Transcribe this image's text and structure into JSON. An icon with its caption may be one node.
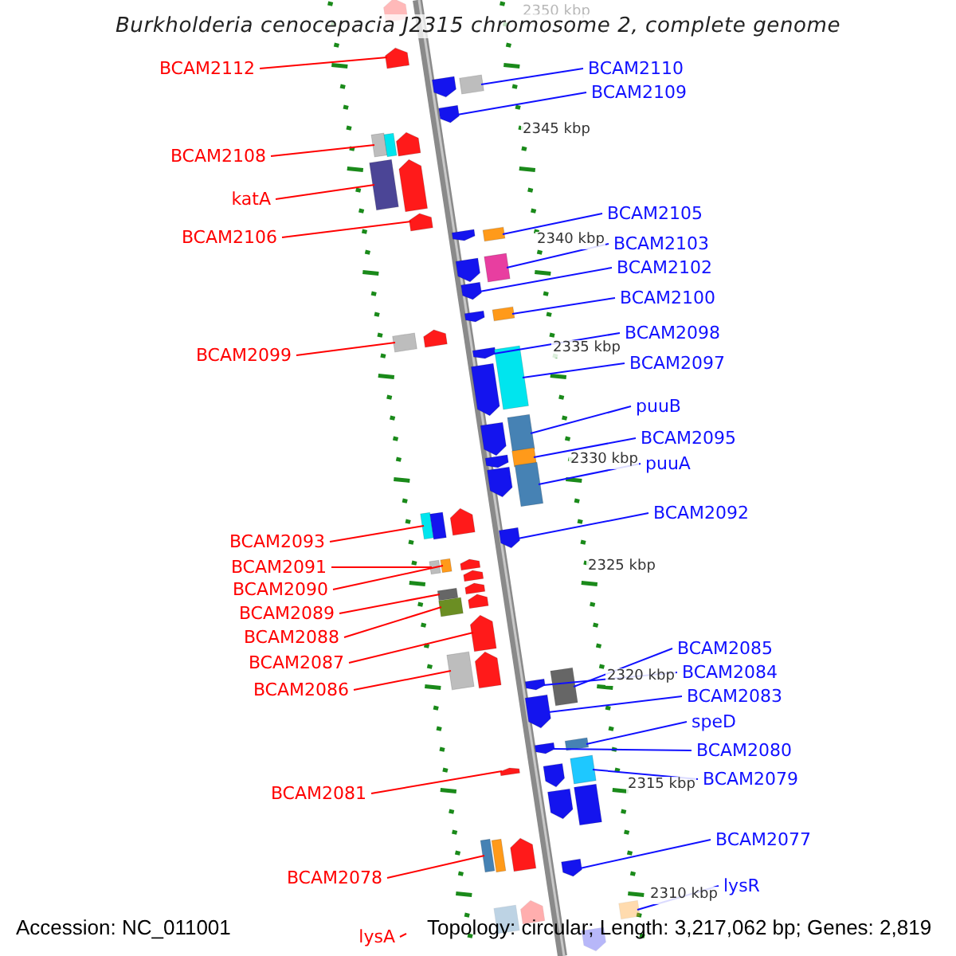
{
  "diagram": {
    "title": "Burkholderia cenocepacia J2315 chromosome 2, complete genome",
    "nodes": [
      {
        "text": [
          "BCAM2112"
        ]
      },
      {
        "text": [
          "BCAM2108"
        ]
      },
      {
        "text": [
          "katA"
        ]
      },
      {
        "text": [
          "BCAM2106"
        ]
      },
      {
        "text": [
          "BCAM2099"
        ]
      },
      {
        "text": [
          "BCAM2093"
        ]
      },
      {
        "text": [
          "BCAM2091"
        ]
      },
      {
        "text": [
          "BCAM2090"
        ]
      },
      {
        "text": [
          "BCAM2089"
        ]
      },
      {
        "text": [
          "BCAM2088"
        ]
      },
      {
        "text": [
          "BCAM2087"
        ]
      },
      {
        "text": [
          "BCAM2086"
        ]
      },
      {
        "text": [
          "BCAM2081"
        ]
      },
      {
        "text": [
          "BCAM2078"
        ]
      },
      {
        "text": [
          "lysA"
        ]
      },
      {
        "text": [
          "BCAM2110"
        ]
      },
      {
        "text": [
          "BCAM2109"
        ]
      },
      {
        "text": [
          "BCAM2105"
        ]
      },
      {
        "text": [
          "BCAM2103"
        ]
      },
      {
        "text": [
          "BCAM2102"
        ]
      },
      {
        "text": [
          "BCAM2100"
        ]
      },
      {
        "text": [
          "BCAM2098"
        ]
      },
      {
        "text": [
          "BCAM2097"
        ]
      },
      {
        "text": [
          "puuB"
        ]
      },
      {
        "text": [
          "BCAM2095"
        ]
      },
      {
        "text": [
          "puuA"
        ]
      },
      {
        "text": [
          "BCAM2092"
        ]
      },
      {
        "text": [
          "BCAM2085"
        ]
      },
      {
        "text": [
          "BCAM2084"
        ]
      },
      {
        "text": [
          "BCAM2083"
        ]
      },
      {
        "text": [
          "speD"
        ]
      },
      {
        "text": [
          "BCAM2080"
        ]
      },
      {
        "text": [
          "BCAM2079"
        ]
      },
      {
        "text": [
          "BCAM2077"
        ]
      },
      {
        "text": [
          "lysR"
        ]
      },
      {
        "text": [],
        "shape": "pentagon"
      },
      {
        "text": [],
        "shape": "pentagon"
      },
      {
        "text": [],
        "shape": "pentagon"
      },
      {
        "text": [],
        "shape": "box"
      },
      {
        "text": [],
        "shape": "pentagon"
      },
      {
        "text": [],
        "shape": "box"
      },
      {
        "text": [],
        "shape": "box"
      },
      {
        "text": [],
        "shape": "pentagon"
      },
      {
        "text": [],
        "shape": "box"
      },
      {
        "text": [],
        "shape": "pentagon"
      },
      {
        "text": [],
        "shape": "pentagon"
      },
      {
        "text": [],
        "shape": "pentagon"
      },
      {
        "text": [],
        "shape": "box"
      },
      {
        "text": [],
        "shape": "pentagon"
      },
      {
        "text": [],
        "shape": "box"
      },
      {
        "text": [],
        "shape": "pentagon"
      },
      {
        "text": [],
        "shape": "pentagon"
      },
      {
        "text": [],
        "shape": "box"
      },
      {
        "text": [],
        "shape": "box"
      },
      {
        "text": [],
        "shape": "pentagon"
      },
      {
        "text": [],
        "shape": "pentagon"
      },
      {
        "text": [],
        "shape": "pentagon"
      },
      {
        "text": [],
        "shape": "box"
      },
      {
        "text": [],
        "shape": "pentagon"
      },
      {
        "text": [],
        "shape": "box"
      },
      {
        "text": [],
        "shape": "pentagon"
      },
      {
        "text": [],
        "shape": "box"
      },
      {
        "text": [],
        "shape": "pentagon"
      },
      {
        "text": [],
        "shape": "box"
      },
      {
        "text": [],
        "shape": "box"
      },
      {
        "text": [],
        "shape": "box"
      },
      {
        "text": [],
        "shape": "pentagon"
      },
      {
        "text": [],
        "shape": "pentagon"
      },
      {
        "text": [],
        "shape": "box"
      },
      {
        "text": [],
        "shape": "box"
      },
      {
        "text": [],
        "shape": "pentagon"
      },
      {
        "text": [],
        "shape": "pentagon"
      },
      {
        "text": [],
        "shape": "pentagon"
      },
      {
        "text": [],
        "shape": "pentagon"
      },
      {
        "text": [],
        "shape": "box"
      },
      {
        "text": [],
        "shape": "box"
      },
      {
        "text": [],
        "shape": "pentagon"
      },
      {
        "text": [],
        "shape": "box"
      },
      {
        "text": [],
        "shape": "pentagon"
      },
      {
        "text": [],
        "shape": "pentagon"
      },
      {
        "text": [],
        "shape": "box"
      },
      {
        "text": [],
        "shape": "pentagon"
      },
      {
        "text": [],
        "shape": "pentagon"
      },
      {
        "text": [],
        "shape": "box"
      },
      {
        "text": [],
        "shape": "pentagon"
      },
      {
        "text": [],
        "shape": "pentagon"
      },
      {
        "text": [],
        "shape": "box"
      },
      {
        "text": [],
        "shape": "pentagon"
      },
      {
        "text": [],
        "shape": "box"
      },
      {
        "text": [],
        "shape": "box"
      },
      {
        "text": [],
        "shape": "box"
      },
      {
        "text": [],
        "shape": "pentagon"
      },
      {
        "text": [],
        "shape": "pentagon"
      },
      {
        "text": [],
        "shape": "box"
      },
      {
        "text": [],
        "shape": "pentagon"
      },
      {
        "text": [],
        "shape": "pentagon"
      },
      {
        "text": [],
        "shape": "box"
      }
    ],
    "edges": [
      {
        "from": 0,
        "to": 36,
        "arrow": "none",
        "color": "#ff0000"
      },
      {
        "from": 1,
        "to": 40,
        "arrow": "none",
        "color": "#ff0000"
      },
      {
        "from": 2,
        "to": 43,
        "arrow": "none",
        "color": "#ff0000"
      },
      {
        "from": 3,
        "to": 45,
        "arrow": "none",
        "color": "#ff0000"
      },
      {
        "from": 4,
        "to": 53,
        "arrow": "none",
        "color": "#ff0000"
      },
      {
        "from": 5,
        "to": 64,
        "arrow": "none",
        "color": "#ff0000"
      },
      {
        "from": 6,
        "to": 68,
        "arrow": "none",
        "color": "#ff0000"
      },
      {
        "from": 7,
        "to": 69,
        "arrow": "none",
        "color": "#ff0000"
      },
      {
        "from": 8,
        "to": 74,
        "arrow": "none",
        "color": "#ff0000"
      },
      {
        "from": 9,
        "to": 75,
        "arrow": "none",
        "color": "#ff0000"
      },
      {
        "from": 10,
        "to": 76,
        "arrow": "none",
        "color": "#ff0000"
      },
      {
        "from": 11,
        "to": 77,
        "arrow": "none",
        "color": "#ff0000"
      },
      {
        "from": 12,
        "to": 84,
        "arrow": "none",
        "color": "#ff0000"
      },
      {
        "from": 13,
        "to": 89,
        "arrow": "none",
        "color": "#ff0000"
      },
      {
        "from": 14,
        "to": null,
        "arrow": "none",
        "color": "#ff0000"
      },
      {
        "from": 15,
        "to": 38,
        "arrow": "none"
      },
      {
        "from": 16,
        "to": 39,
        "arrow": "none"
      },
      {
        "from": 17,
        "to": 47,
        "arrow": "none"
      },
      {
        "from": 18,
        "to": 49,
        "arrow": "none"
      },
      {
        "from": 19,
        "to": 50,
        "arrow": "none"
      },
      {
        "from": 20,
        "to": 52,
        "arrow": "none"
      },
      {
        "from": 21,
        "to": 55,
        "arrow": "none"
      },
      {
        "from": 22,
        "to": 57,
        "arrow": "none"
      },
      {
        "from": 23,
        "to": 59,
        "arrow": "none"
      },
      {
        "from": 24,
        "to": 61,
        "arrow": "none"
      },
      {
        "from": 25,
        "to": 63,
        "arrow": "none"
      },
      {
        "from": 26,
        "to": 67,
        "arrow": "none"
      },
      {
        "from": 27,
        "to": 80,
        "arrow": "none"
      },
      {
        "from": 28,
        "to": 79,
        "arrow": "none"
      },
      {
        "from": 29,
        "to": 81,
        "arrow": "none"
      },
      {
        "from": 30,
        "to": 83,
        "arrow": "none"
      },
      {
        "from": 31,
        "to": 82,
        "arrow": "none"
      },
      {
        "from": 32,
        "to": 86,
        "arrow": "none"
      },
      {
        "from": 33,
        "to": 92,
        "arrow": "none"
      },
      {
        "from": 34,
        "to": 96,
        "arrow": "none"
      }
    ],
    "labels": [
      "2350 kbp",
      "2345 kbp",
      "2340 kbp",
      "2335 kbp",
      "2330 kbp",
      "2325 kbp",
      "2320 kbp",
      "2315 kbp",
      "2310 kbp",
      "Accession: NC_011001",
      "Topology: circular; Length: 3,217,062 bp; Genes: 2,819"
    ]
  }
}
